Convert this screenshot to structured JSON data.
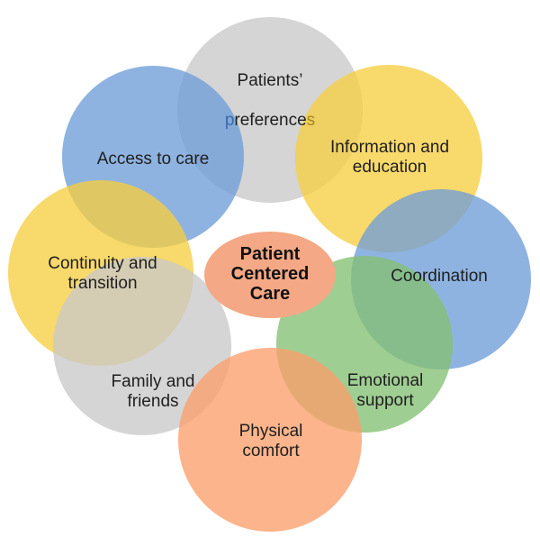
{
  "center": {
    "label": "Patient\nCentered\nCare",
    "fill": "#f4a885",
    "text_color": "#111111"
  },
  "petals": [
    {
      "name": "patients-preferences",
      "label_line1": "Patients’",
      "label_line2": {
        "lead": "p",
        "mid": "reference",
        "tail": "s"
      },
      "lead_color": "#3c69ae",
      "tail_color": "#a0891e",
      "fill": "rgba(201,201,201,0.78)",
      "base_color": "#d5d5d5"
    },
    {
      "name": "information-education",
      "label": "Information and\neducation",
      "fill": "rgba(246,206,65,0.78)",
      "base_color": "#f8d96b"
    },
    {
      "name": "coordination",
      "label": "Coordination",
      "fill": "rgba(111,158,215,0.78)",
      "base_color": "#8fb3e0"
    },
    {
      "name": "emotional-support",
      "label": "Emotional\nsupport",
      "fill": "rgba(132,192,115,0.78)",
      "base_color": "#9fce92"
    },
    {
      "name": "physical-comfort",
      "label": "Physical\ncomfort",
      "fill": "rgba(251,159,108,0.78)",
      "base_color": "#fcb48c"
    },
    {
      "name": "family-friends",
      "label": "Family and\nfriends",
      "fill": "rgba(201,201,201,0.78)",
      "base_color": "#d5d5d5"
    },
    {
      "name": "continuity-transition",
      "label": "Continuity and\ntransition",
      "fill": "rgba(246,206,65,0.78)",
      "base_color": "#f8d96b"
    },
    {
      "name": "access-to-care",
      "label": "Access to care",
      "fill": "rgba(111,158,215,0.78)",
      "base_color": "#8fb3e0"
    }
  ],
  "text_color": "#1f1f1f"
}
